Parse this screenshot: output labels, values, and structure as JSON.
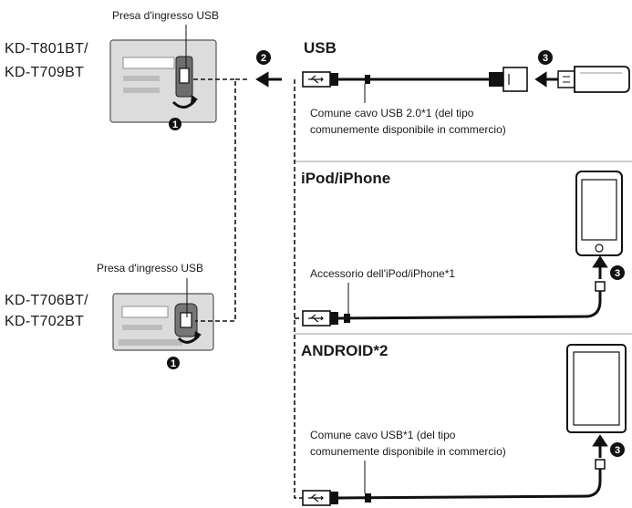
{
  "top_unit": {
    "port_label": "Presa d'ingresso USB",
    "model_line1": "KD-T801BT/",
    "model_line2": "KD-T709BT"
  },
  "bottom_unit": {
    "port_label": "Presa d'ingresso USB",
    "model_line1": "KD-T706BT/",
    "model_line2": "KD-T702BT"
  },
  "steps": {
    "one": "1",
    "two": "2",
    "three": "3"
  },
  "usb_section": {
    "title": "USB",
    "cable_line1": "Comune cavo USB 2.0*1 (del tipo",
    "cable_line2": "comunemente disponibile in commercio)"
  },
  "ipod_section": {
    "title": "iPod/iPhone",
    "cable": "Accessorio dell'iPod/iPhone*1"
  },
  "android_section": {
    "title": "ANDROID*2",
    "cable_line1": "Comune cavo USB*1 (del tipo",
    "cable_line2": "comunemente disponibile in commercio)"
  },
  "colors": {
    "ink": "#1a1a1a",
    "unit_fill": "#dcdcdc",
    "divider": "#9a9a9a"
  }
}
